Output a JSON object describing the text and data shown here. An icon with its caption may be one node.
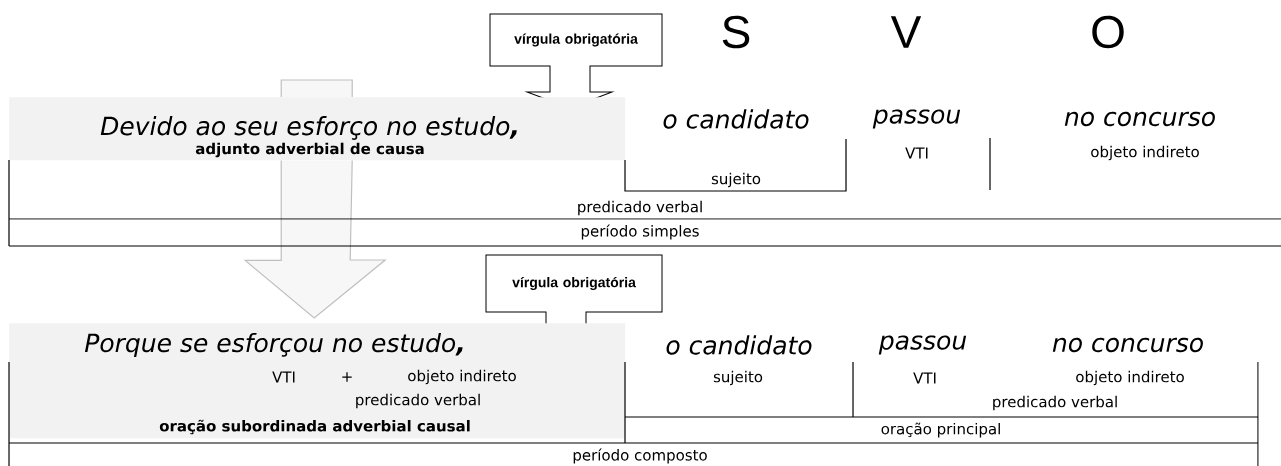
{
  "diagram": {
    "nodes": [
      {
        "text": [
          "vírgula obrigatória"
        ]
      },
      {
        "text": [
          "Devido ao seu esforço no estudo**,**",
          "adjunto adverbial de causa"
        ]
      },
      {
        "text": [
          "vírgula obrigatória"
        ]
      },
      {
        "text": [
          "Porque se esforçou no estudo**,**",
          "VTI",
          "+",
          "objeto indireto",
          "predicado verbal",
          "oração subordinada adverbial causal"
        ]
      }
    ],
    "edges": [
      {
        "from": 1,
        "to": 3,
        "arrow": "to"
      }
    ],
    "labels": [
      "S",
      "V",
      "O",
      "o candidato",
      "passou",
      "no concurso",
      "VTI",
      "objeto indireto",
      "sujeito",
      "predicado verbal",
      "período simples",
      "o candidato",
      "passou",
      "no concurso",
      "sujeito",
      "VTI",
      "objeto indireto",
      "predicado verbal",
      "oração principal",
      "período composto"
    ]
  }
}
